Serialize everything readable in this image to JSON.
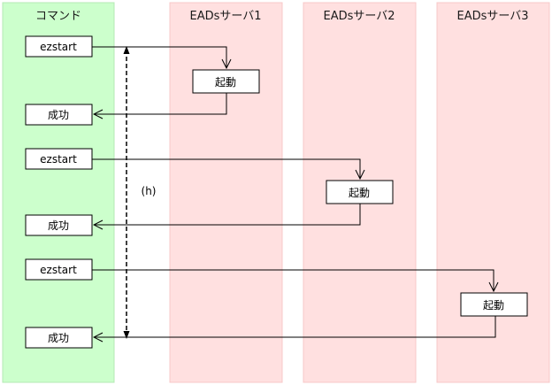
{
  "colors": {
    "command_lane": "#ccffcc",
    "command_lane_border": "#b4e8b4",
    "server_lane": "#ffe0e0",
    "server_lane_border": "#f7c8c8",
    "box_fill": "#ffffff",
    "line": "#000000"
  },
  "lanes": [
    {
      "title": "コマンド"
    },
    {
      "title": "EADsサーバ1"
    },
    {
      "title": "EADsサーバ2"
    },
    {
      "title": "EADsサーバ3"
    }
  ],
  "rows": [
    {
      "command": "ezstart",
      "action": "起動",
      "result": "成功"
    },
    {
      "command": "ezstart",
      "action": "起動",
      "result": "成功"
    },
    {
      "command": "ezstart",
      "action": "起動",
      "result": "成功"
    }
  ],
  "interval_label": "(h)"
}
